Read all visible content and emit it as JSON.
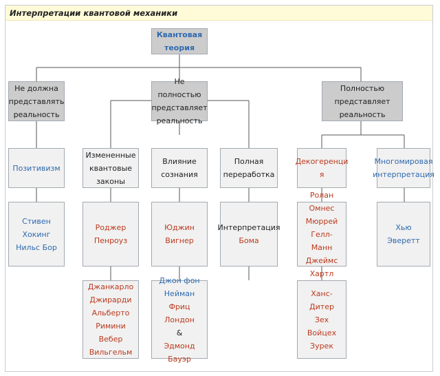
{
  "caption": "Интерпретации квантовой механики",
  "nodes": {
    "root": [
      "Квантовая",
      "теория"
    ],
    "not_represent": [
      "Не должна",
      "представлять",
      "реальность"
    ],
    "not_fully": [
      "Не полностью",
      "представляет",
      "реальность"
    ],
    "fully": [
      "Полностью",
      "представляет",
      "реальность"
    ],
    "positivism": [
      "Позитивизм"
    ],
    "modified_laws": [
      "Измененные",
      "квантовые",
      "законы"
    ],
    "consciousness": [
      "Влияние",
      "сознания"
    ],
    "rework": [
      "Полная",
      "переработка"
    ],
    "decoherence": [
      "Декогеренци",
      "я"
    ],
    "many_worlds": [
      "Многомировая",
      "интерпретация"
    ],
    "hawking_bohr": [
      "Стивен Хокинг",
      "Нильс Бор"
    ],
    "penrose": [
      "Роджер",
      "Пенроуз"
    ],
    "wigner": [
      "Юджин Вигнер"
    ],
    "bohm_1": "Интерпретация",
    "bohm_2": "Бома",
    "omnes_group": [
      "Ролан Омнес",
      "Мюррей",
      "Гелл-Манн",
      "Джеймс",
      "Хартл"
    ],
    "everett": [
      "Хью Эверетт"
    ],
    "grw": [
      "Джанкарло",
      "Джирарди",
      "Альберто",
      "Римини",
      "Вебер",
      "Вильгельм"
    ],
    "neumann_1": "Джон фон",
    "neumann_2": "Нейман",
    "london_1": "Фриц Лондон",
    "london_amp": " &",
    "london_2": "Эдмонд Бауэр",
    "zeh_group": [
      "Ханс-Дитер",
      "Зех",
      "Войцех Зурек"
    ]
  },
  "colors": {
    "link_blue": "#2f69ae",
    "link_red": "#ba3a1e",
    "caption_bg": "#fffbd8",
    "node_bg": "#f1f1f1",
    "node_dark_bg": "#cccccc"
  }
}
